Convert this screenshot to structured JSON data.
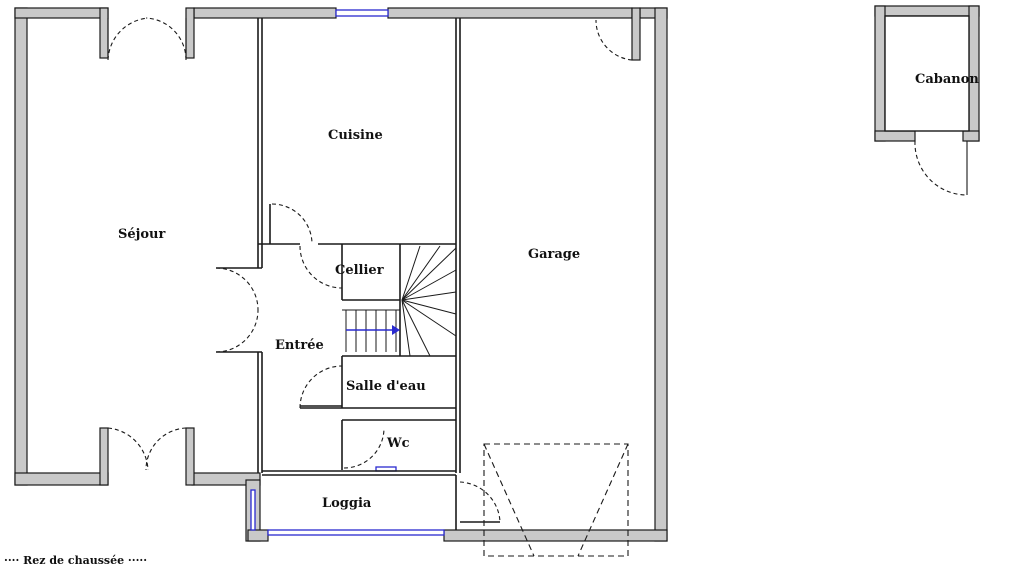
{
  "rooms": {
    "sejour": "Séjour",
    "cuisine": "Cuisine",
    "garage": "Garage",
    "cellier": "Cellier",
    "entree": "Entrée",
    "salle_eau": "Salle d'eau",
    "wc": "Wc",
    "loggia": "Loggia",
    "cabanon": "Cabanon"
  },
  "caption": "···· Rez de chaussée ·····",
  "colors": {
    "wall_fill": "#c9c9c9",
    "line": "#1a1a1a",
    "window": "#2a2ad0",
    "stair_arrow": "#2a2ad0"
  }
}
